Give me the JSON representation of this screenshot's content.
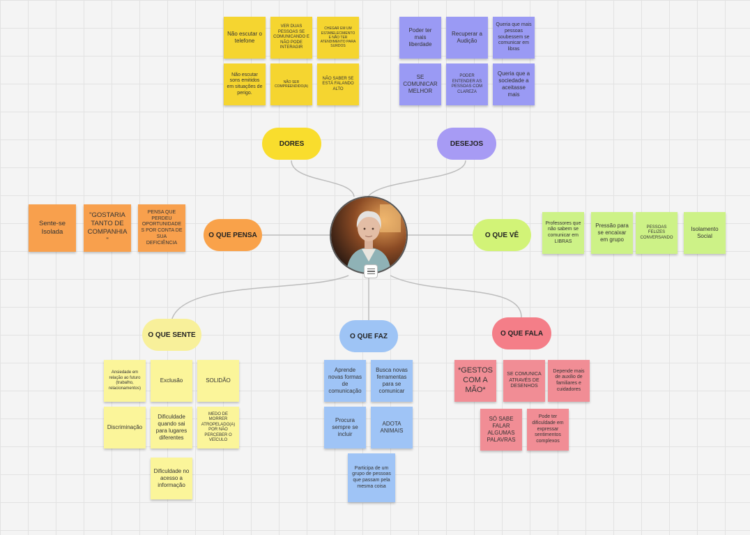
{
  "center": {
    "avatar_alt": "elderly woman portrait"
  },
  "nodes": {
    "dores": "DORES",
    "desejos": "DESEJOS",
    "pensa": "O QUE PENSA",
    "ve": "O QUE VÊ",
    "sente": "O QUE SENTE",
    "faz": "O QUE FAZ",
    "fala": "O QUE FALA"
  },
  "notes": {
    "dores": [
      "Não escutar o telefone",
      "VER DUAS PESSOAS SE COMUNICANDO E NÃO PODE INTERAGIR",
      "CHEGAR EM UM ESTABELECIMENTO E NÃO TER ATENDIMENTO PARA SURDOS",
      "Não escutar sons emitidos em situações de perigo.",
      "NÃO SER COMPREENDIDO(A)",
      "NÃO SABER SE ESTÁ FALANDO ALTO"
    ],
    "desejos": [
      "Poder ter mais liberdade",
      "Recuperar a Audição",
      "Queria que mais pessoas soubessem se comunicar em libras",
      "SE COMUNICAR MELHOR",
      "PODER ENTENDER AS PESSOAS COM CLAREZA",
      "Queria que a sociedade a aceitasse mais"
    ],
    "pensa": [
      "Sente-se Isolada",
      "\"GOSTARIA TANTO DE COMPANHIA\"",
      "PENSA QUE PERDEU OPORTUNIDADES POR CONTA DE SUA DEFICIÊNCIA"
    ],
    "ve": [
      "Professores que não sabem se comunicar em LIBRAS",
      "Pressão para se encaixar em grupo",
      "PESSOAS FELIZES CONVERSANDO",
      "Isolamento Social"
    ],
    "sente": [
      "Ansiedade em relação ao futuro (trabalho, relacionamentos)",
      "Exclusão",
      "SOLIDÃO",
      "Discriminação",
      "Dificuldade quando sai para lugares diferentes",
      "MEDO DE MORRER ATROPELADO(A) POR NÃO PERCEBER O VEÍCULO",
      "Dificuldade no acesso a informação"
    ],
    "faz": [
      "Aprende novas formas de comunicação",
      "Busca novas ferramentas para se comunicar",
      "Procura sempre se incluir",
      "ADOTA ANIMAIS",
      "Participa de um grupo de pessoas que passam pela mesma coisa"
    ],
    "fala": [
      "*GESTOS COM A MÃO*",
      "SE COMUNICA ATRAVÉS DE DESENHOS",
      "Depende mais de auxilio de familiares e cuidadores",
      "SÓ SABE FALAR ALGUMAS PALAVRAS",
      "Pode ter dificuldade em expressar sentimentos complexos"
    ]
  },
  "colors": {
    "dores_node": "#f9dd2d",
    "desejos_node": "#a79bf4",
    "pensa_node": "#f9a24a",
    "ve_node": "#d2f377",
    "sente_node": "#f8f09a",
    "faz_node": "#9ec4f5",
    "fala_node": "#f47e88",
    "connector": "#bcbcbc"
  }
}
